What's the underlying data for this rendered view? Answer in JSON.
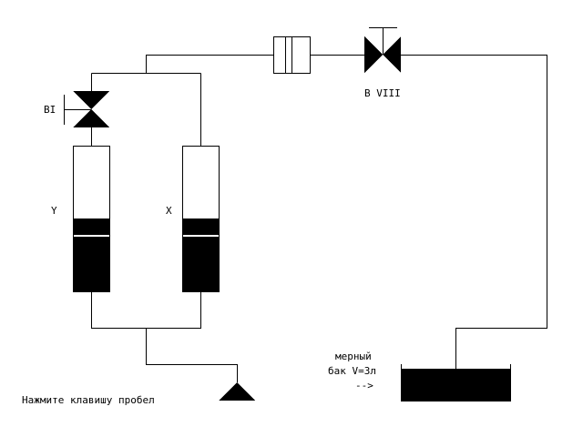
{
  "screen": {
    "background": "#ffffff",
    "ink": "#000000"
  },
  "labels": {
    "valve_1": "BI",
    "valve_8": "B VIII",
    "column_y": "Y",
    "column_x": "X",
    "tank_line1": "мерный",
    "tank_line2": "бак V=3л",
    "tank_arrow": "-->",
    "prompt": "Нажмите клавишу пробел"
  },
  "columns": {
    "y_fill_fraction": 0.5,
    "x_fill_fraction": 0.5
  }
}
